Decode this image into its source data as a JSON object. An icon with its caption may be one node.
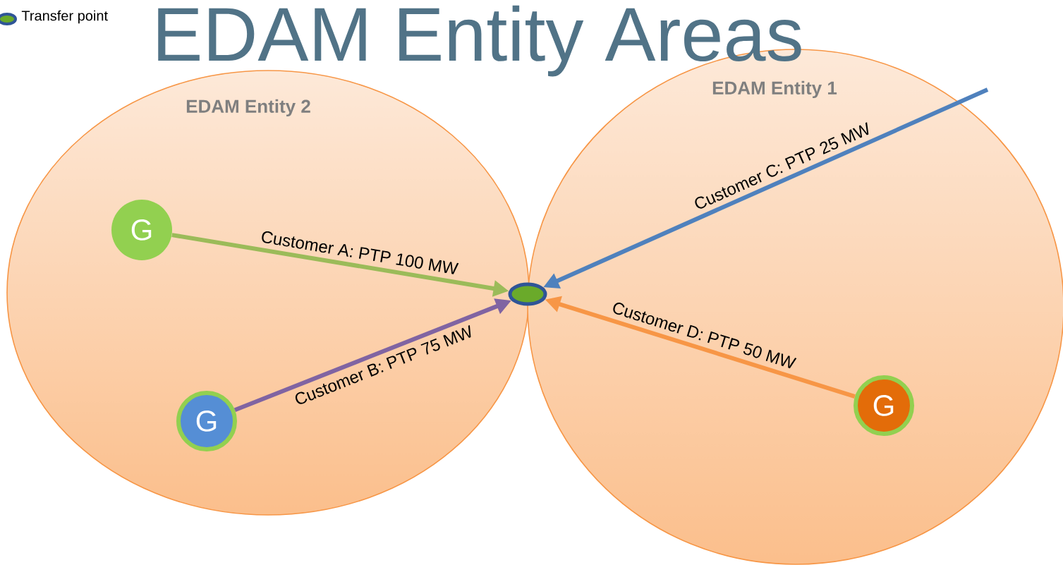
{
  "diagram": {
    "title": "EDAM Entity Areas",
    "nodes": [
      {
        "text": [
          "EDAM Entity 2"
        ]
      },
      {
        "text": [
          "EDAM Entity 1"
        ]
      },
      {
        "text": [
          "G"
        ],
        "in": 0
      },
      {
        "text": [
          "G"
        ],
        "in": 0
      },
      {
        "text": [],
        "shape": "ellipse"
      },
      {
        "text": [
          "G"
        ],
        "in": 1
      }
    ],
    "edges": [
      {
        "from": 2,
        "to": 4,
        "arrow": "to",
        "label": "Customer A: PTP 100 MW",
        "color": "#9bbb59"
      },
      {
        "from": 3,
        "to": 4,
        "arrow": "to",
        "label": "Customer B: PTP 75 MW",
        "color": "#8064a2"
      },
      {
        "from": null,
        "to": 4,
        "arrow": "to",
        "label": "Customer C: PTP 25 MW",
        "color": "#4f81bd"
      },
      {
        "from": 5,
        "to": 4,
        "arrow": "to",
        "label": "Customer D: PTP 50 MW",
        "color": "#f79646"
      }
    ],
    "legend": [
      {
        "text": "Transfer point"
      }
    ]
  }
}
